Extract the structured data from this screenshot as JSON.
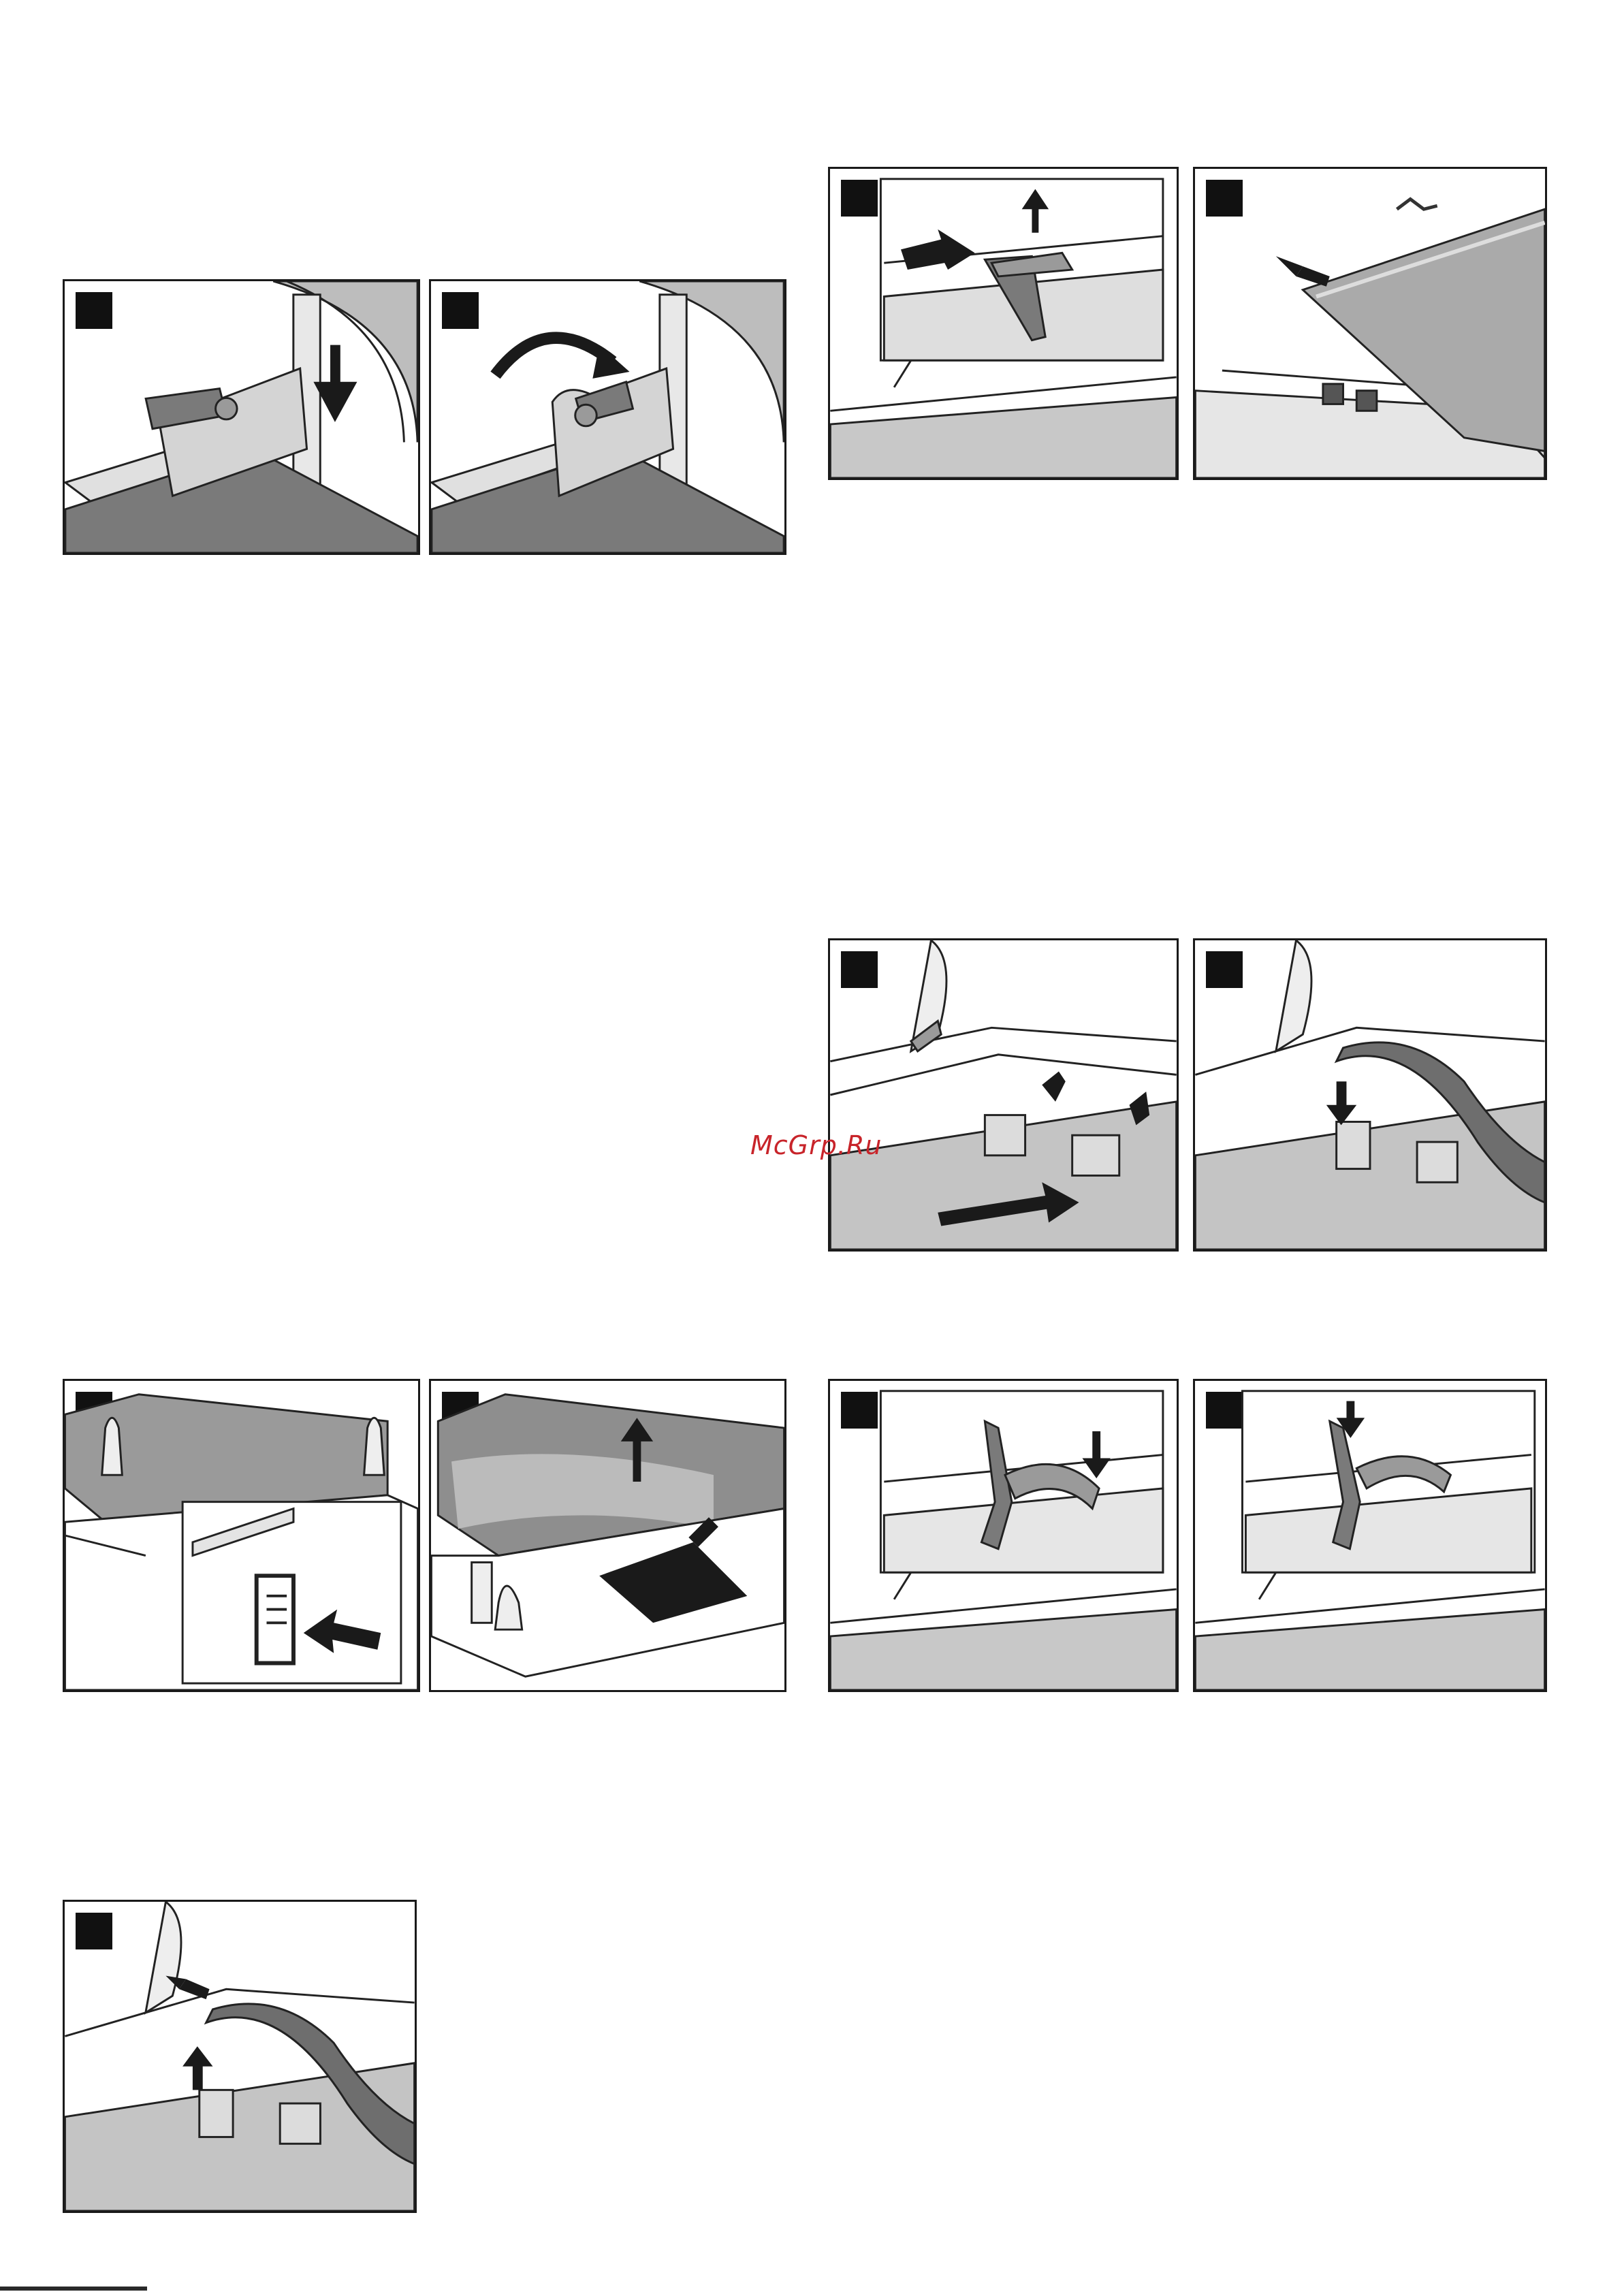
{
  "watermark": {
    "text": "McGrp.Ru"
  },
  "colors": {
    "frame": "#1a1a1a",
    "badge": "#111111",
    "arrow": "#1a1a1a",
    "part_dark": "#7a7a7a",
    "part_light": "#d9d9d9",
    "panel_grey": "#c4c4c4",
    "watermark": "#c8242a"
  },
  "panels": [
    {
      "id": "hinge-lock-push-down",
      "icon": "down-arrow-icon"
    },
    {
      "id": "hinge-lock-rotate",
      "icon": "curved-arrow-icon"
    },
    {
      "id": "clip-press-and-lift",
      "icon": "up-arrow-icon"
    },
    {
      "id": "remove-inner-pane",
      "icon": "diagonal-arrow-icon"
    },
    {
      "id": "panel-press-and-slide",
      "icon": "right-arrow-icon"
    },
    {
      "id": "lift-and-pull-pane",
      "icon": "up-arrow-icon"
    },
    {
      "id": "insert-seal-clip",
      "icon": "down-arrow-icon"
    },
    {
      "id": "fit-clip-left",
      "icon": "down-arrow-icon"
    },
    {
      "id": "fit-clip-right",
      "icon": "down-arrow-icon"
    },
    {
      "id": "release-seal",
      "icon": "up-arrow-icon"
    }
  ]
}
